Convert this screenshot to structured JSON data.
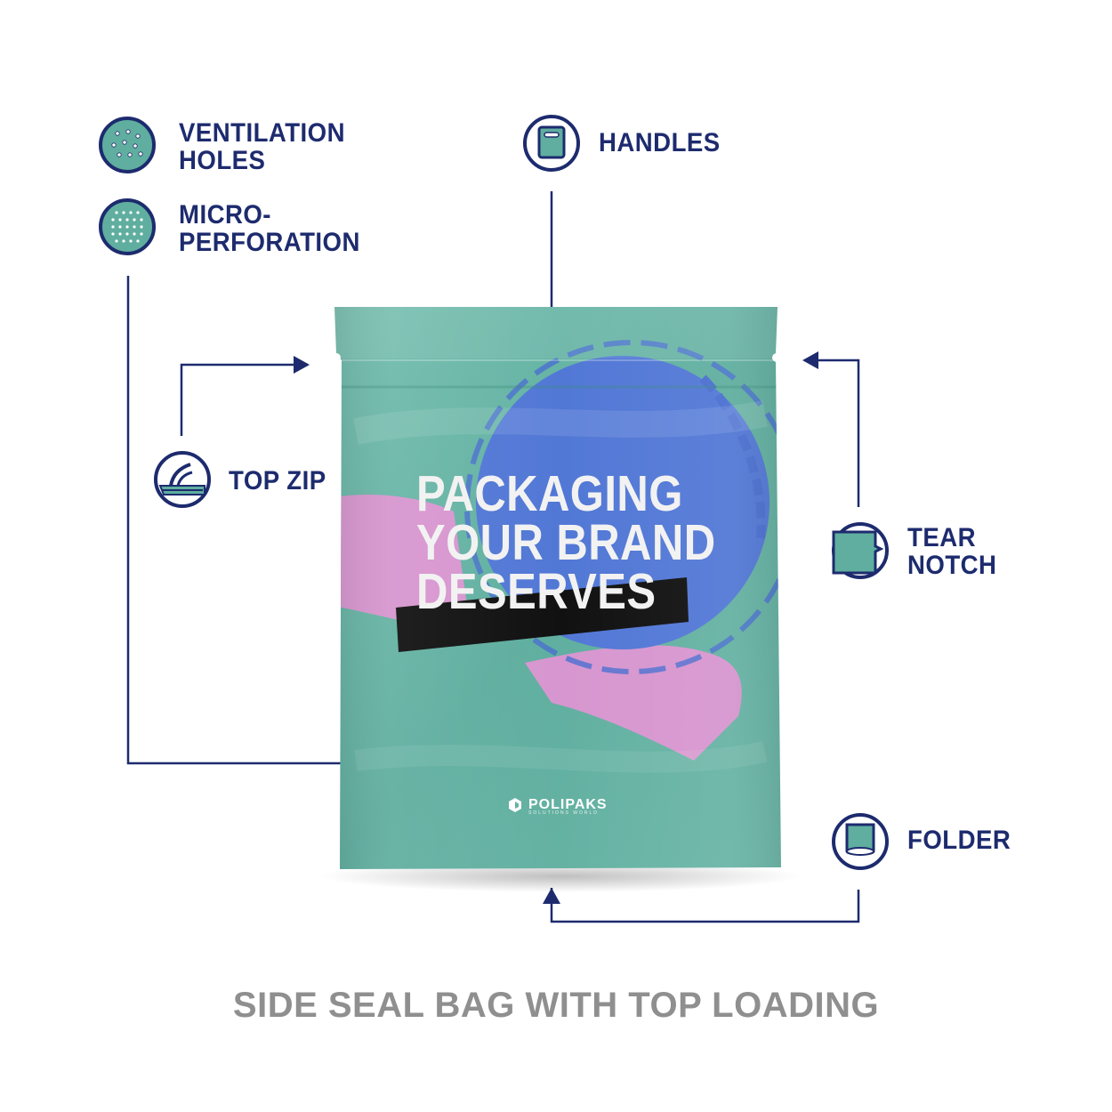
{
  "features": {
    "ventilation_holes": "VENTILATION\nHOLES",
    "micro_perforation": "MICRO-\nPERFORATION",
    "handles": "HANDLES",
    "top_zip": "TOP ZIP",
    "tear_notch": "TEAR\nNOTCH",
    "folder": "FOLDER"
  },
  "bag": {
    "headline": [
      "PACKAGING",
      "YOUR BRAND",
      "DESERVES"
    ],
    "brand_name": "POLIPAKS",
    "brand_tagline": "SOLUTIONS WORLD"
  },
  "caption": "SIDE SEAL BAG WITH TOP LOADING",
  "colors": {
    "label_navy": "#1d2b6e",
    "bag_teal": "#66b2a3",
    "bag_blue": "#5278d6",
    "bag_pink": "#d796cf",
    "caption_gray": "#8f8f8f"
  },
  "icons": [
    "ventilation-holes-icon",
    "micro-perforation-icon",
    "handles-icon",
    "top-zip-icon",
    "tear-notch-icon",
    "folder-icon"
  ]
}
